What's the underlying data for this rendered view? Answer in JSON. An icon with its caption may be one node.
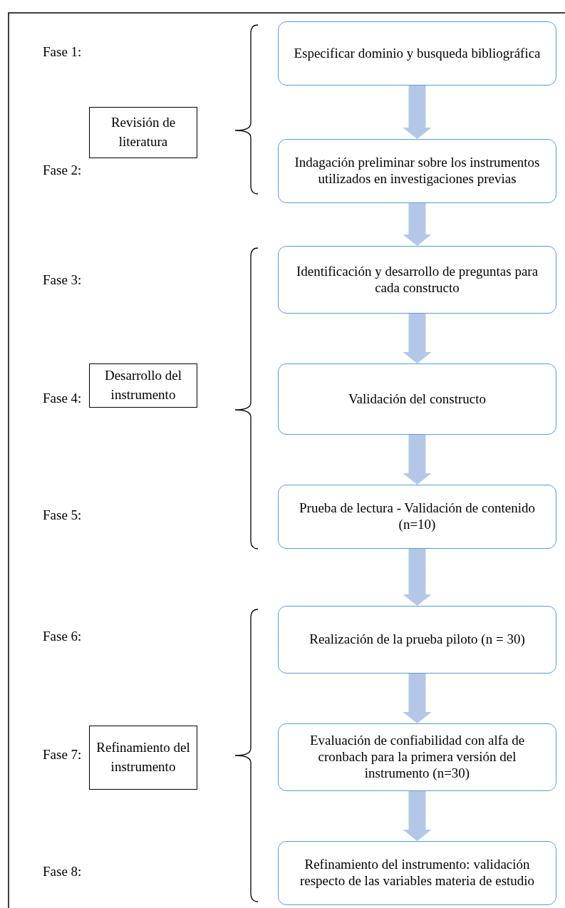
{
  "diagram": {
    "nodes": [
      {
        "text": [
          "Revisión de literatura"
        ]
      },
      {
        "text": [
          "Especificar dominio y busqueda bibliográfica"
        ]
      },
      {
        "text": [
          "Indagación preliminar sobre los instrumentos utilizados en investigaciones previas"
        ]
      },
      {
        "text": [
          "Desarrollo del instrumento"
        ]
      },
      {
        "text": [
          "Identificación y desarrollo de preguntas para cada constructo"
        ]
      },
      {
        "text": [
          "Validación del constructo"
        ]
      },
      {
        "text": [
          "Prueba de lectura - Validación de contenido (n=10)"
        ]
      },
      {
        "text": [
          "Refinamiento del instrumento"
        ]
      },
      {
        "text": [
          "Realización de la prueba piloto (n = 30)"
        ]
      },
      {
        "text": [
          "Evaluación de confiabilidad con alfa de cronbach para la primera versión del instrumento (n=30)"
        ]
      },
      {
        "text": [
          "Refinamiento del instrumento: validación respecto de las variables materia de estudio"
        ]
      }
    ],
    "edges": [
      {
        "from": 1,
        "to": 2,
        "arrow": "to"
      },
      {
        "from": 2,
        "to": 4,
        "arrow": "to"
      },
      {
        "from": 4,
        "to": 5,
        "arrow": "to"
      },
      {
        "from": 5,
        "to": 6,
        "arrow": "to"
      },
      {
        "from": 6,
        "to": 8,
        "arrow": "to"
      },
      {
        "from": 8,
        "to": 9,
        "arrow": "to"
      },
      {
        "from": 9,
        "to": 10,
        "arrow": "to"
      }
    ],
    "labels": [
      "Fase 1:",
      "Fase 2:",
      "Fase 3:",
      "Fase 4:",
      "Fase 5:",
      "Fase 6:",
      "Fase 7:",
      "Fase 8:"
    ]
  }
}
